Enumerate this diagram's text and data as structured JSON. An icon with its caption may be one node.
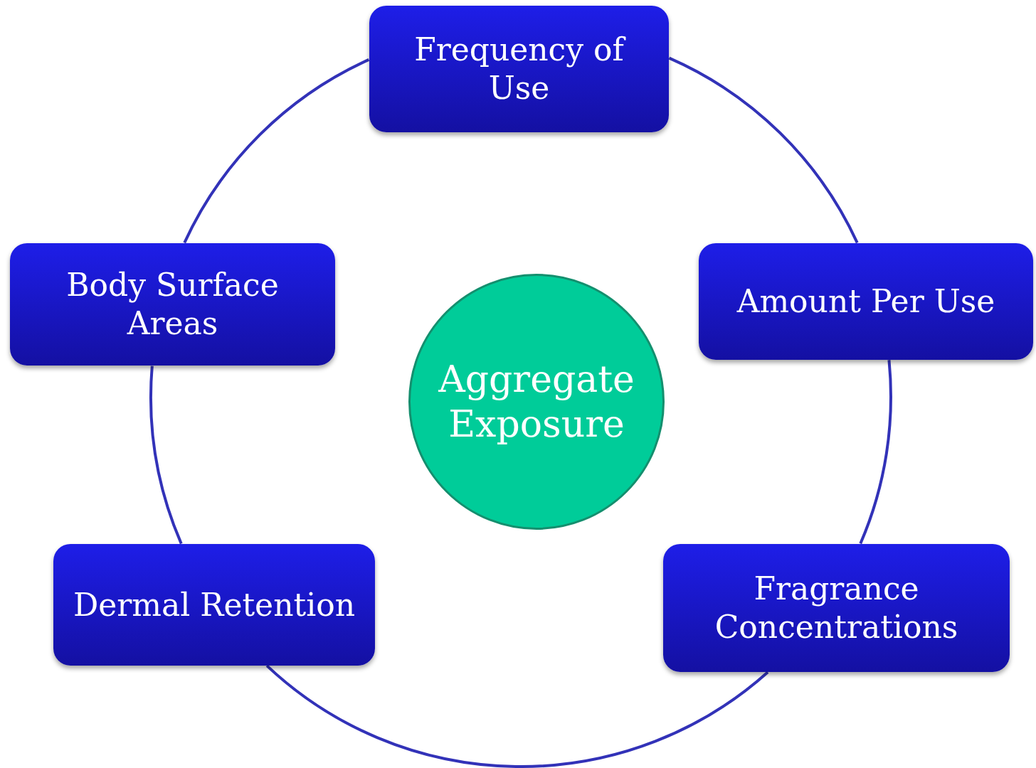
{
  "diagram": {
    "nodes": [
      {
        "text": [
          "Frequency of Use"
        ]
      },
      {
        "text": [
          "Amount Per Use"
        ]
      },
      {
        "text": [
          "Fragrance Concentrations"
        ]
      },
      {
        "text": [
          "Dermal Retention"
        ]
      },
      {
        "text": [
          "Body Surface Areas"
        ]
      },
      {
        "text": [
          "Aggregate Exposure"
        ]
      }
    ],
    "edges": [
      {
        "from": 0,
        "to": 1,
        "arrow": "none"
      },
      {
        "from": 1,
        "to": 2,
        "arrow": "none"
      },
      {
        "from": 2,
        "to": 3,
        "arrow": "none"
      },
      {
        "from": 3,
        "to": 4,
        "arrow": "none"
      },
      {
        "from": 4,
        "to": 0,
        "arrow": "none"
      }
    ]
  }
}
